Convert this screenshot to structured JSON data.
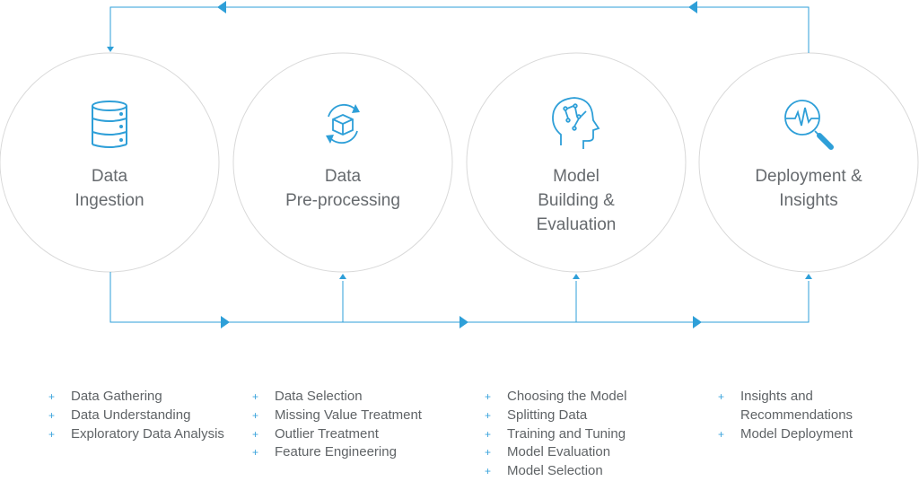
{
  "accent_color": "#2e9fd8",
  "circle_stroke": "#d9d9d9",
  "stages": [
    {
      "title_lines": [
        "Data",
        "Ingestion"
      ],
      "icon": "database-icon",
      "items": [
        "Data Gathering",
        "Data Understanding",
        "Exploratory Data Analysis"
      ]
    },
    {
      "title_lines": [
        "Data",
        "Pre-processing"
      ],
      "icon": "box-cycle-icon",
      "items": [
        "Data Selection",
        "Missing Value Treatment",
        "Outlier Treatment",
        "Feature Engineering"
      ]
    },
    {
      "title_lines": [
        "Model",
        "Building &",
        "Evaluation"
      ],
      "icon": "brain-head-icon",
      "items": [
        "Choosing the Model",
        "Splitting Data",
        "Training and Tuning",
        "Model Evaluation",
        "Model Selection"
      ]
    },
    {
      "title_lines": [
        "Deployment &",
        "Insights"
      ],
      "icon": "magnifier-pulse-icon",
      "items": [
        "Insights and",
        "Recommendations",
        "Model Deployment"
      ]
    }
  ],
  "bullet_symbol": "+"
}
